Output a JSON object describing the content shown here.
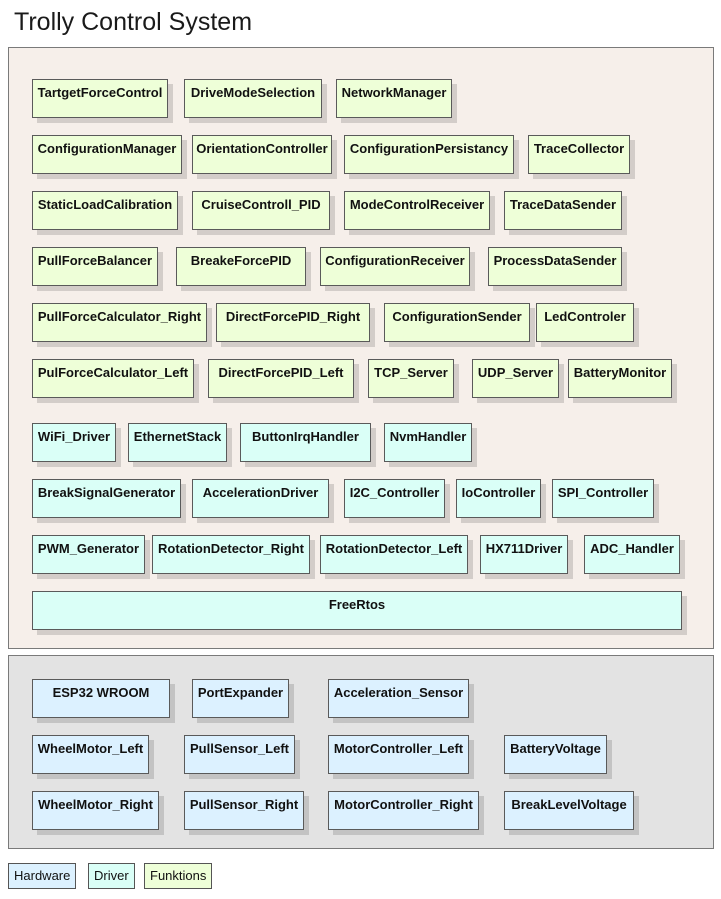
{
  "title": "Trolly Control System",
  "colors": {
    "hardware": "#dcf1ff",
    "driver": "#dafff7",
    "funktions": "#eeffd8",
    "software_layer": "#f6efea",
    "hardware_layer": "#e3e3e3"
  },
  "software": {
    "funktions": [
      "TartgetForceControl",
      "DriveModeSelection",
      "NetworkManager",
      "ConfigurationManager",
      "OrientationController",
      "ConfigurationPersistancy",
      "TraceCollector",
      "StaticLoadCalibration",
      "CruiseControll_PID",
      "ModeControlReceiver",
      "TraceDataSender",
      "PullForceBalancer",
      "BreakeForcePID",
      "ConfigurationReceiver",
      "ProcessDataSender",
      "PullForceCalculator_Right",
      "DirectForcePID_Right",
      "ConfigurationSender",
      "LedControler",
      "PulForceCalculator_Left",
      "DirectForcePID_Left",
      "TCP_Server",
      "UDP_Server",
      "BatteryMonitor"
    ],
    "drivers": [
      "WiFi_Driver",
      "EthernetStack",
      "ButtonIrqHandler",
      "NvmHandler",
      "BreakSignalGenerator",
      "AccelerationDriver",
      "I2C_Controller",
      "IoController",
      "SPI_Controller",
      "PWM_Generator",
      "RotationDetector_Right",
      "RotationDetector_Left",
      "HX711Driver",
      "ADC_Handler",
      "FreeRtos"
    ]
  },
  "hardware": [
    "ESP32 WROOM",
    "PortExpander",
    "Acceleration_Sensor",
    "WheelMotor_Left",
    "PullSensor_Left",
    "MotorController_Left",
    "BatteryVoltage",
    "WheelMotor_Right",
    "PullSensor_Right",
    "MotorController_Right",
    "BreakLevelVoltage"
  ],
  "legend": [
    "Hardware",
    "Driver",
    "Funktions"
  ]
}
